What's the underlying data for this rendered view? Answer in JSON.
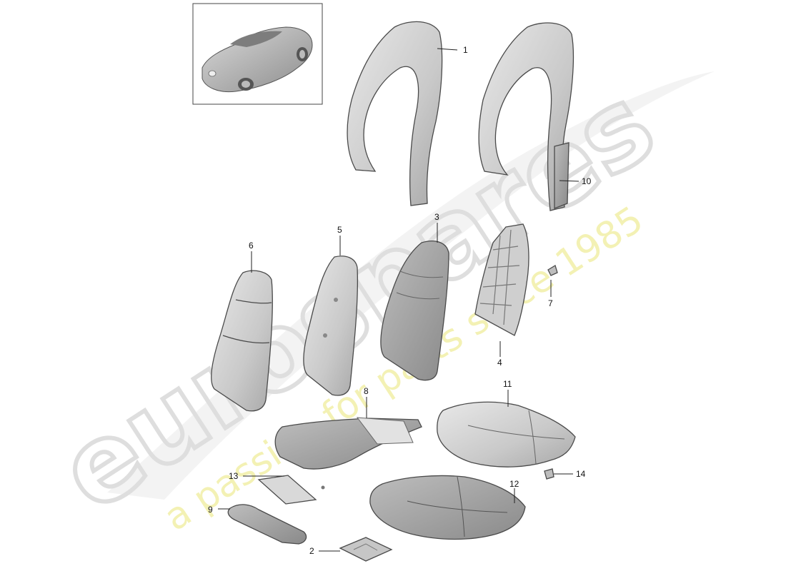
{
  "watermark": {
    "brand": "eurospares",
    "tagline": "a passion for parts since 1985"
  },
  "callouts": [
    {
      "id": "c1",
      "label": "1"
    },
    {
      "id": "c2",
      "label": "2"
    },
    {
      "id": "c3",
      "label": "3"
    },
    {
      "id": "c4",
      "label": "4"
    },
    {
      "id": "c5",
      "label": "5"
    },
    {
      "id": "c6",
      "label": "6"
    },
    {
      "id": "c7",
      "label": "7"
    },
    {
      "id": "c8",
      "label": "8"
    },
    {
      "id": "c9",
      "label": "9"
    },
    {
      "id": "c10",
      "label": "10"
    },
    {
      "id": "c11",
      "label": "11"
    },
    {
      "id": "c12",
      "label": "12"
    },
    {
      "id": "c13",
      "label": "13"
    },
    {
      "id": "c14",
      "label": "14"
    }
  ],
  "colors": {
    "part_fill": "#d6d6d6",
    "part_dark": "#9a9a9a",
    "watermark_gray": "#e4e4e4",
    "watermark_yellow": "#f2f0b0"
  }
}
